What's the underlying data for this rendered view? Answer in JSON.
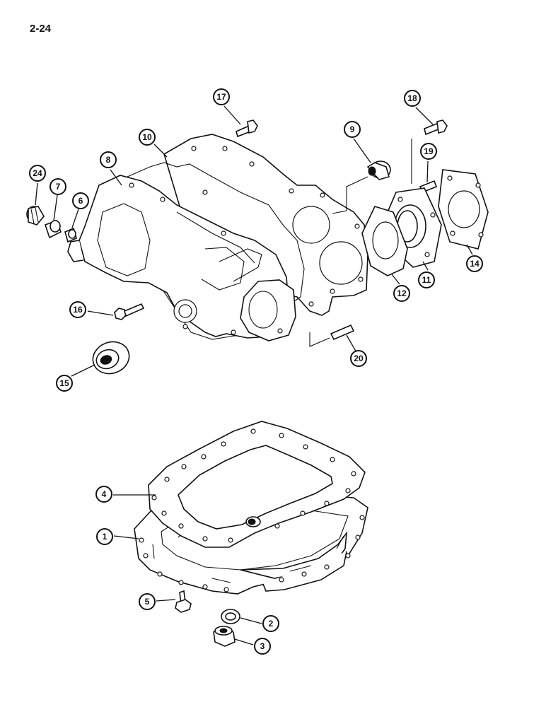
{
  "page_label": "2-24",
  "callouts": [
    {
      "id": "c24",
      "label": "24"
    },
    {
      "id": "c7",
      "label": "7"
    },
    {
      "id": "c6",
      "label": "6"
    },
    {
      "id": "c8",
      "label": "8"
    },
    {
      "id": "c10",
      "label": "10"
    },
    {
      "id": "c17",
      "label": "17"
    },
    {
      "id": "c9",
      "label": "9"
    },
    {
      "id": "c18",
      "label": "18"
    },
    {
      "id": "c19",
      "label": "19"
    },
    {
      "id": "c14",
      "label": "14"
    },
    {
      "id": "c11",
      "label": "11"
    },
    {
      "id": "c12",
      "label": "12"
    },
    {
      "id": "c16",
      "label": "16"
    },
    {
      "id": "c15",
      "label": "15"
    },
    {
      "id": "c20",
      "label": "20"
    },
    {
      "id": "c4",
      "label": "4"
    },
    {
      "id": "c1",
      "label": "1"
    },
    {
      "id": "c5",
      "label": "5"
    },
    {
      "id": "c2",
      "label": "2"
    },
    {
      "id": "c3",
      "label": "3"
    }
  ]
}
